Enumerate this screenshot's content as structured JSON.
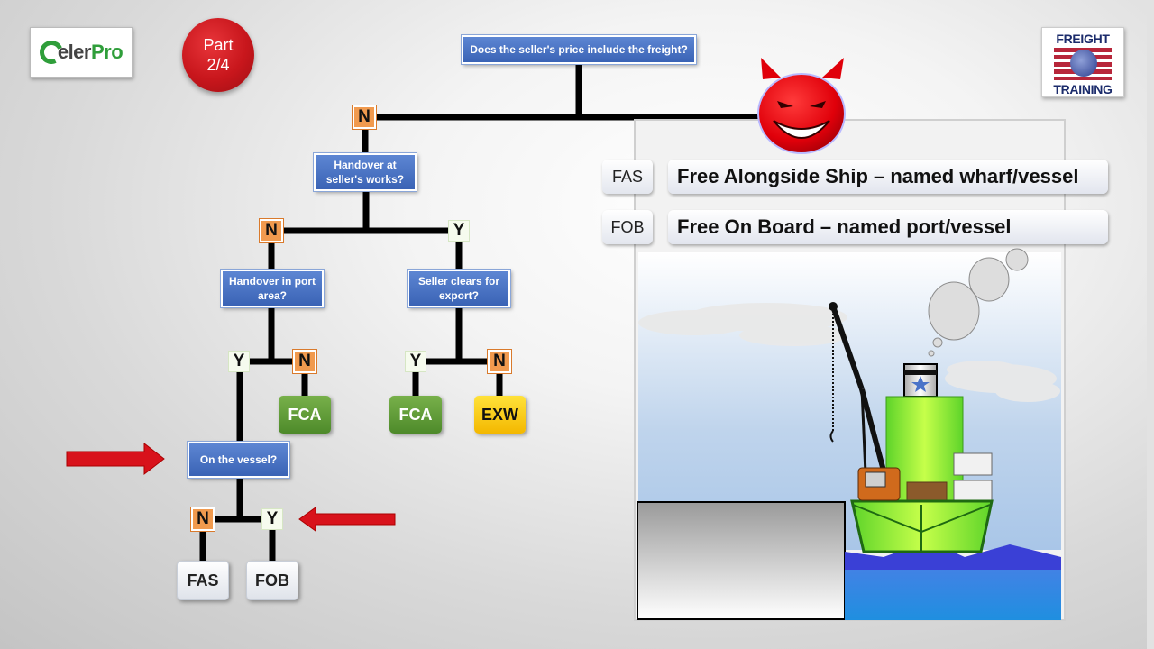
{
  "branding": {
    "celerpro_logo": "CelerPro",
    "part_badge": {
      "line1": "Part",
      "line2": "2/4"
    },
    "freight_training_logo": {
      "line1": "FREIGHT",
      "line2": "TRAINING"
    }
  },
  "flowchart": {
    "root_question": "Does the seller's price include the freight?",
    "q_handover_works": "Handover at seller's works?",
    "q_handover_port": "Handover in port area?",
    "q_seller_clears": "Seller clears for export?",
    "q_on_vessel": "On the vessel?",
    "answer_no": "N",
    "answer_yes": "Y",
    "results": {
      "fca_1": "FCA",
      "fca_2": "FCA",
      "exw": "EXW",
      "fas": "FAS",
      "fob": "FOB"
    }
  },
  "terms": [
    {
      "code": "FAS",
      "description": "Free Alongside Ship – named wharf/vessel"
    },
    {
      "code": "FOB",
      "description": "Free On Board – named port/vessel"
    }
  ],
  "colors": {
    "question_box": "#3f68b8",
    "no_box": "#f19a4e",
    "yes_box": "#f6fbee",
    "fca": "#5a9a36",
    "exw": "#f7c600",
    "arrow": "#d8121b",
    "ship_hull": "#7ee03a",
    "water": "#2f6fe0"
  },
  "icons": [
    "devil-face-icon",
    "red-arrow-icon",
    "ship-illustration",
    "crane-illustration"
  ]
}
